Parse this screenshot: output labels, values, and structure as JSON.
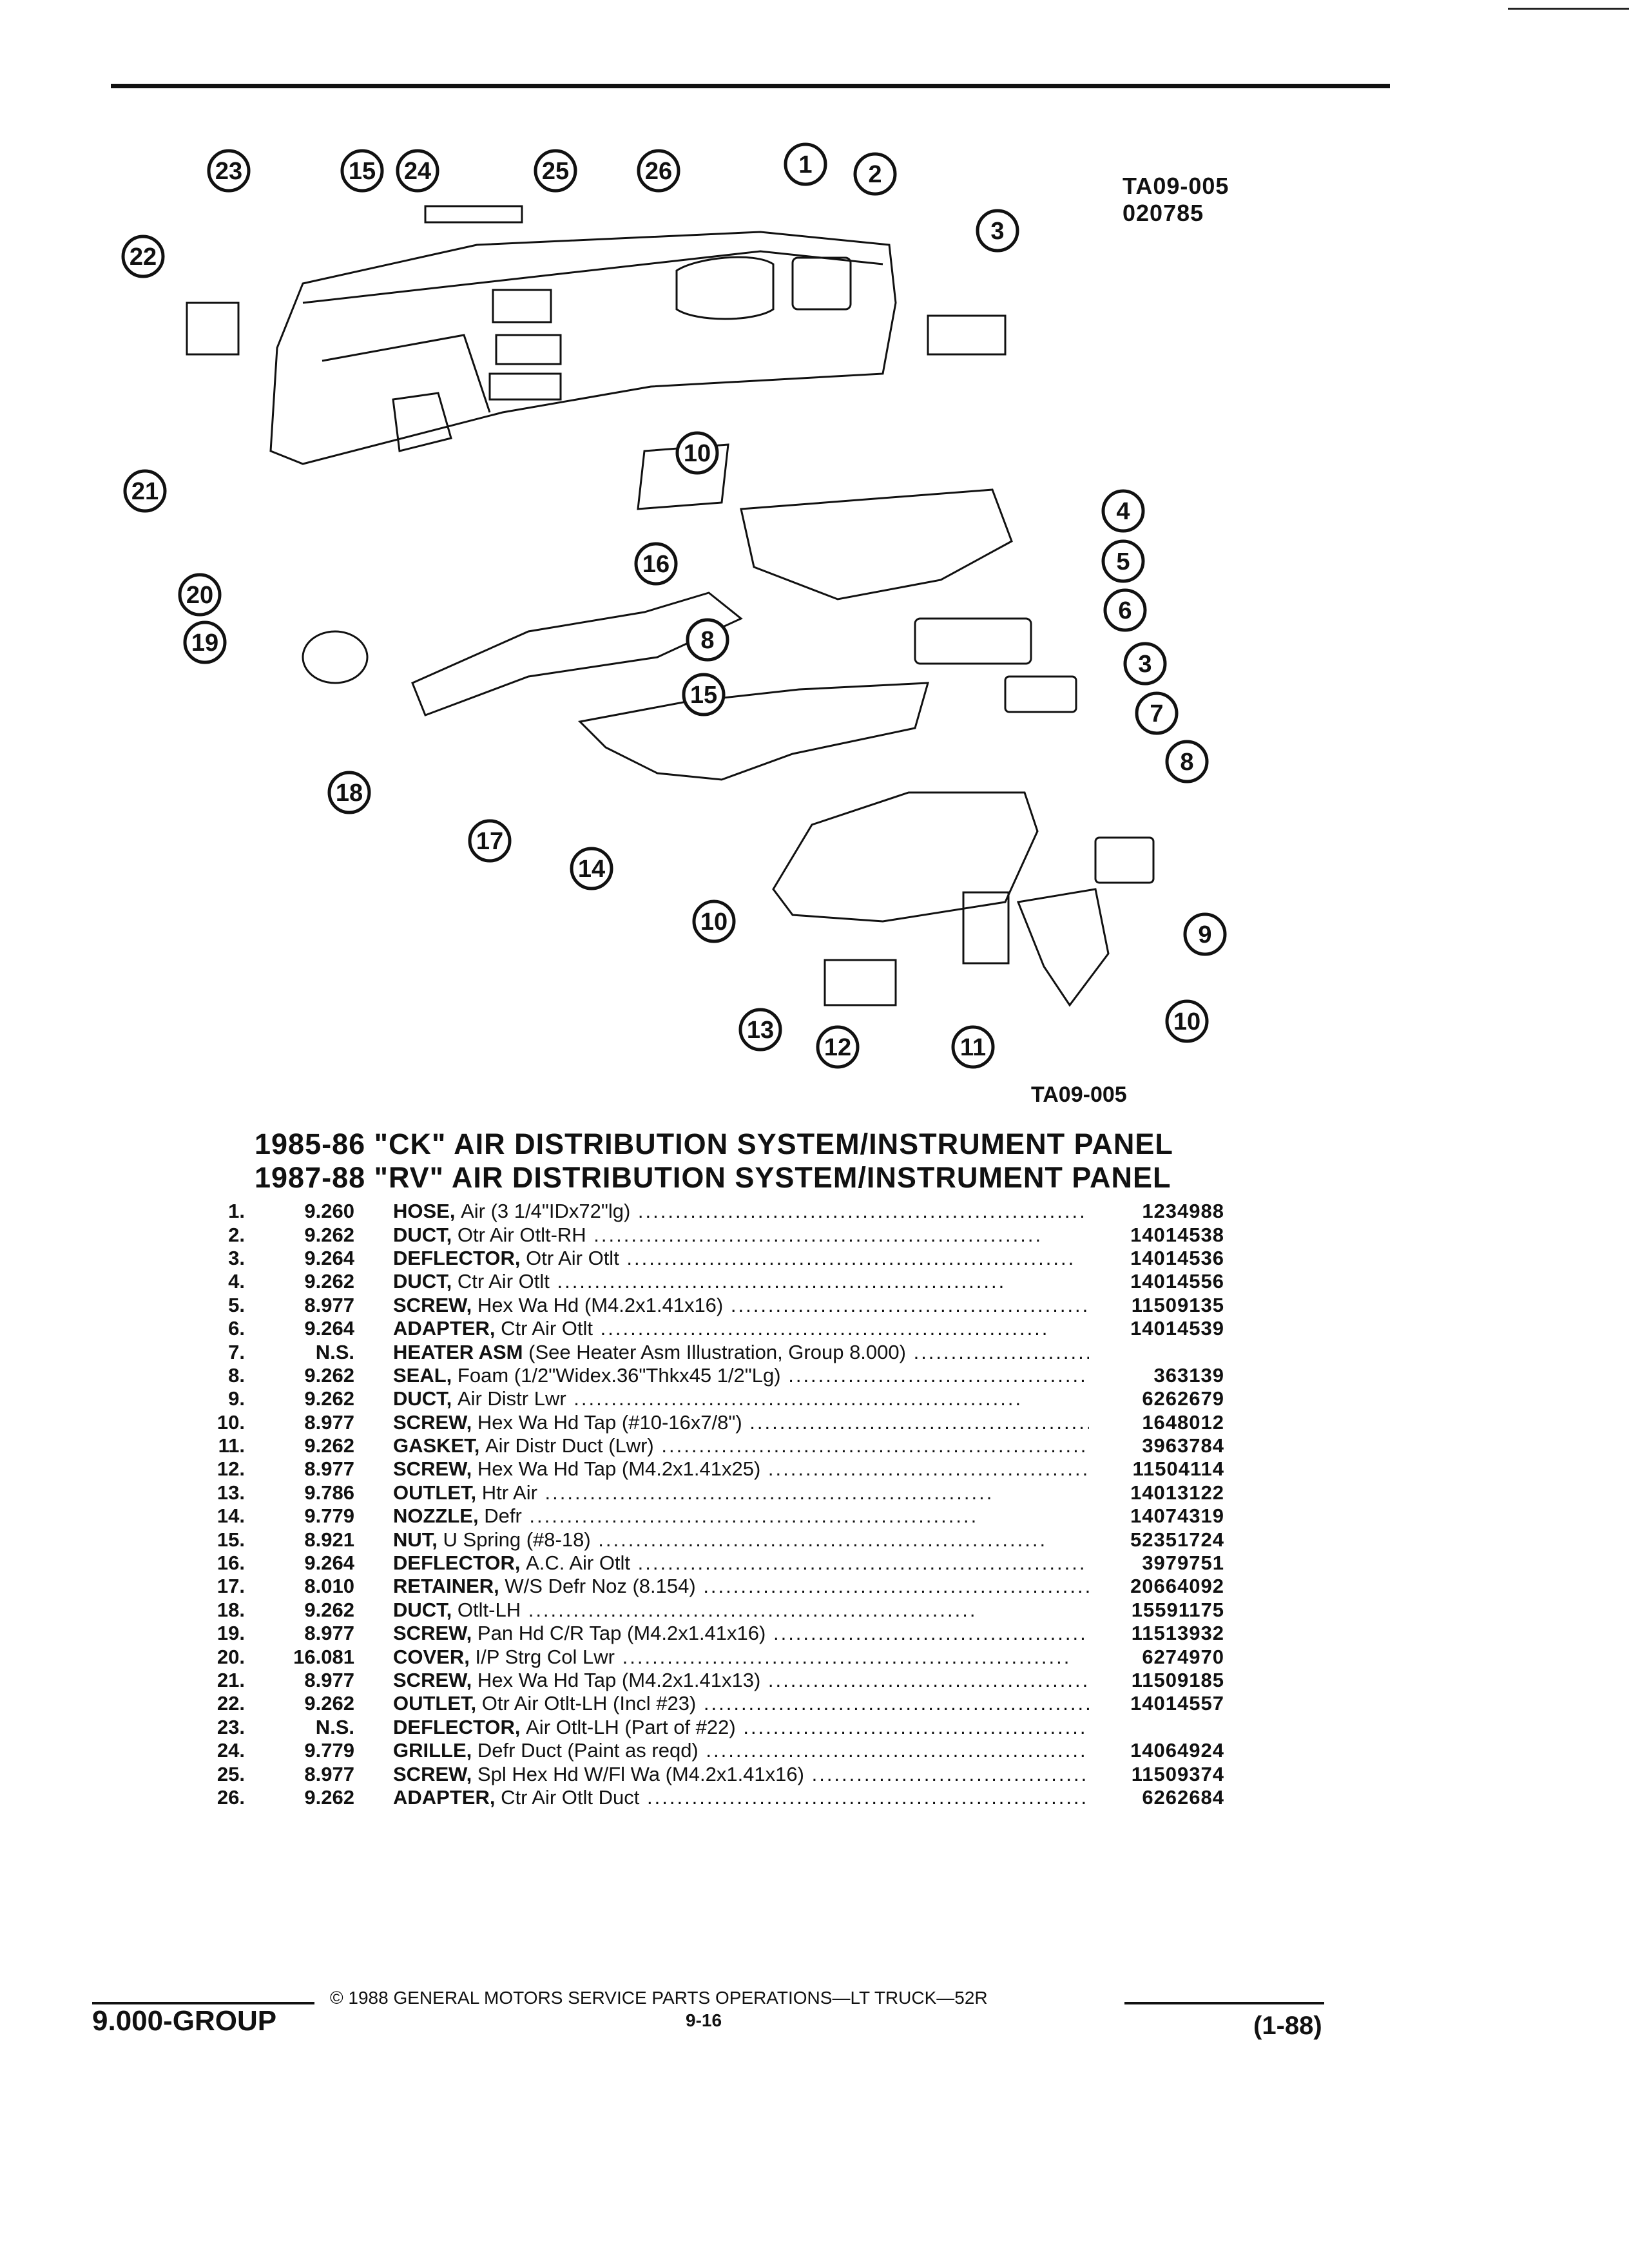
{
  "diagram": {
    "code_top": [
      "TA09-005",
      "020785"
    ],
    "code_bottom": "TA09-005",
    "callouts": [
      "23",
      "15",
      "24",
      "25",
      "26",
      "1",
      "2",
      "3",
      "22",
      "21",
      "10",
      "4",
      "5",
      "20",
      "16",
      "6",
      "19",
      "8",
      "15",
      "3",
      "7",
      "8",
      "18",
      "17",
      "14",
      "10",
      "9",
      "13",
      "12",
      "11",
      "10"
    ]
  },
  "headings": {
    "line1": "1985-86 \"CK\" AIR DISTRIBUTION SYSTEM/INSTRUMENT PANEL",
    "line2": "1987-88 \"RV\" AIR DISTRIBUTION SYSTEM/INSTRUMENT PANEL"
  },
  "parts": [
    {
      "num": "1.",
      "group": "9.260",
      "name": "HOSE,",
      "desc": "Air (3 1/4\"IDx72\"lg)",
      "part_no": "1234988"
    },
    {
      "num": "2.",
      "group": "9.262",
      "name": "DUCT,",
      "desc": "Otr Air Otlt-RH",
      "part_no": "14014538"
    },
    {
      "num": "3.",
      "group": "9.264",
      "name": "DEFLECTOR,",
      "desc": "Otr Air Otlt",
      "part_no": "14014536"
    },
    {
      "num": "4.",
      "group": "9.262",
      "name": "DUCT,",
      "desc": "Ctr Air Otlt",
      "part_no": "14014556"
    },
    {
      "num": "5.",
      "group": "8.977",
      "name": "SCREW,",
      "desc": "Hex Wa Hd (M4.2x1.41x16)",
      "part_no": "11509135"
    },
    {
      "num": "6.",
      "group": "9.264",
      "name": "ADAPTER,",
      "desc": "Ctr Air Otlt",
      "part_no": "14014539"
    },
    {
      "num": "7.",
      "group": "N.S.",
      "name": "HEATER ASM",
      "desc": "(See Heater Asm Illustration, Group 8.000)",
      "part_no": ""
    },
    {
      "num": "8.",
      "group": "9.262",
      "name": "SEAL,",
      "desc": "Foam (1/2\"Widex.36\"Thkx45 1/2\"Lg)",
      "part_no": "363139"
    },
    {
      "num": "9.",
      "group": "9.262",
      "name": "DUCT,",
      "desc": "Air Distr Lwr",
      "part_no": "6262679"
    },
    {
      "num": "10.",
      "group": "8.977",
      "name": "SCREW,",
      "desc": "Hex Wa Hd Tap (#10-16x7/8\")",
      "part_no": "1648012"
    },
    {
      "num": "11.",
      "group": "9.262",
      "name": "GASKET,",
      "desc": "Air Distr Duct (Lwr)",
      "part_no": "3963784"
    },
    {
      "num": "12.",
      "group": "8.977",
      "name": "SCREW,",
      "desc": "Hex Wa Hd Tap (M4.2x1.41x25)",
      "part_no": "11504114"
    },
    {
      "num": "13.",
      "group": "9.786",
      "name": "OUTLET,",
      "desc": "Htr Air",
      "part_no": "14013122"
    },
    {
      "num": "14.",
      "group": "9.779",
      "name": "NOZZLE,",
      "desc": "Defr",
      "part_no": "14074319"
    },
    {
      "num": "15.",
      "group": "8.921",
      "name": "NUT,",
      "desc": "U Spring (#8-18)",
      "part_no": "52351724"
    },
    {
      "num": "16.",
      "group": "9.264",
      "name": "DEFLECTOR,",
      "desc": "A.C. Air Otlt",
      "part_no": "3979751"
    },
    {
      "num": "17.",
      "group": "8.010",
      "name": "RETAINER,",
      "desc": "W/S Defr Noz (8.154)",
      "part_no": "20664092"
    },
    {
      "num": "18.",
      "group": "9.262",
      "name": "DUCT,",
      "desc": "Otlt-LH",
      "part_no": "15591175"
    },
    {
      "num": "19.",
      "group": "8.977",
      "name": "SCREW,",
      "desc": "Pan Hd C/R Tap (M4.2x1.41x16)",
      "part_no": "11513932"
    },
    {
      "num": "20.",
      "group": "16.081",
      "name": "COVER,",
      "desc": "I/P Strg Col Lwr",
      "part_no": "6274970"
    },
    {
      "num": "21.",
      "group": "8.977",
      "name": "SCREW,",
      "desc": "Hex Wa Hd Tap (M4.2x1.41x13)",
      "part_no": "11509185"
    },
    {
      "num": "22.",
      "group": "9.262",
      "name": "OUTLET,",
      "desc": "Otr Air Otlt-LH (Incl #23)",
      "part_no": "14014557"
    },
    {
      "num": "23.",
      "group": "N.S.",
      "name": "DEFLECTOR,",
      "desc": "Air Otlt-LH (Part of #22)",
      "part_no": ""
    },
    {
      "num": "24.",
      "group": "9.779",
      "name": "GRILLE,",
      "desc": "Defr Duct (Paint as reqd)",
      "part_no": "14064924"
    },
    {
      "num": "25.",
      "group": "8.977",
      "name": "SCREW,",
      "desc": "Spl Hex Hd W/Fl Wa (M4.2x1.41x16)",
      "part_no": "11509374"
    },
    {
      "num": "26.",
      "group": "9.262",
      "name": "ADAPTER,",
      "desc": "Ctr Air Otlt Duct",
      "part_no": "6262684"
    }
  ],
  "footer": {
    "group": "9.000-GROUP",
    "copyright": "© 1988 GENERAL MOTORS SERVICE PARTS OPERATIONS—LT TRUCK—52R",
    "page": "9-16",
    "revision": "(1-88)"
  }
}
